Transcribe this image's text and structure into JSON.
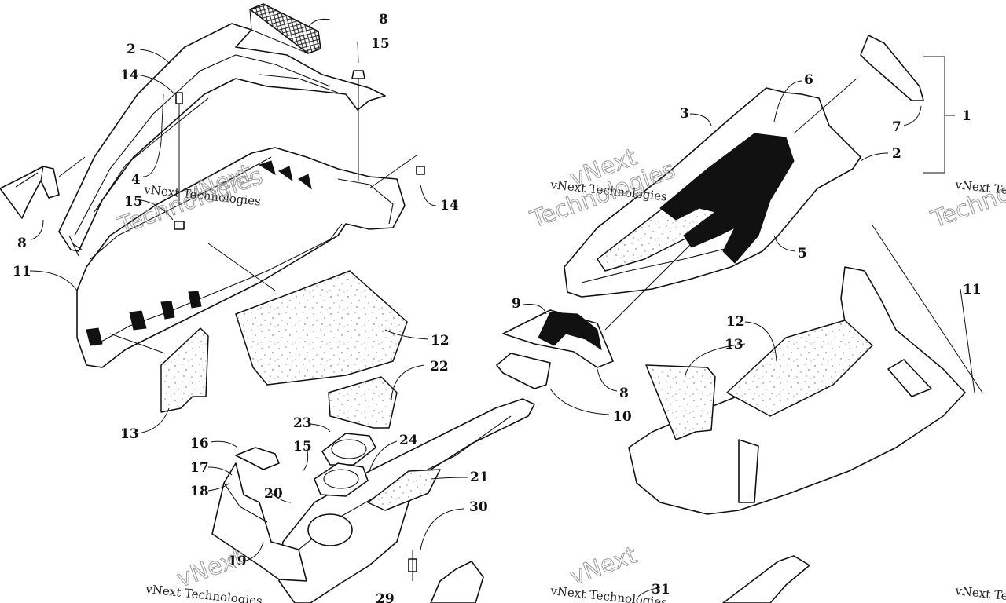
{
  "callouts": {
    "c1": "1",
    "c2a": "2",
    "c2b": "2",
    "c3": "3",
    "c4": "4",
    "c5": "5",
    "c6": "6",
    "c7": "7",
    "c8a": "8",
    "c8b": "8",
    "c8c": "8",
    "c9": "9",
    "c10": "10",
    "c11a": "11",
    "c11b": "11",
    "c12a": "12",
    "c12b": "12",
    "c13a": "13",
    "c13b": "13",
    "c14a": "14",
    "c14b": "14",
    "c15a": "15",
    "c15b": "15",
    "c15c": "15",
    "c16": "16",
    "c17": "17",
    "c18": "18",
    "c19": "19",
    "c20": "20",
    "c21": "21",
    "c22": "22",
    "c23": "23",
    "c24": "24",
    "c29": "29",
    "c30": "30",
    "c31": "31"
  },
  "watermark": {
    "brand": "vNext",
    "company": "vNext Technologies",
    "word": "Technologies"
  }
}
